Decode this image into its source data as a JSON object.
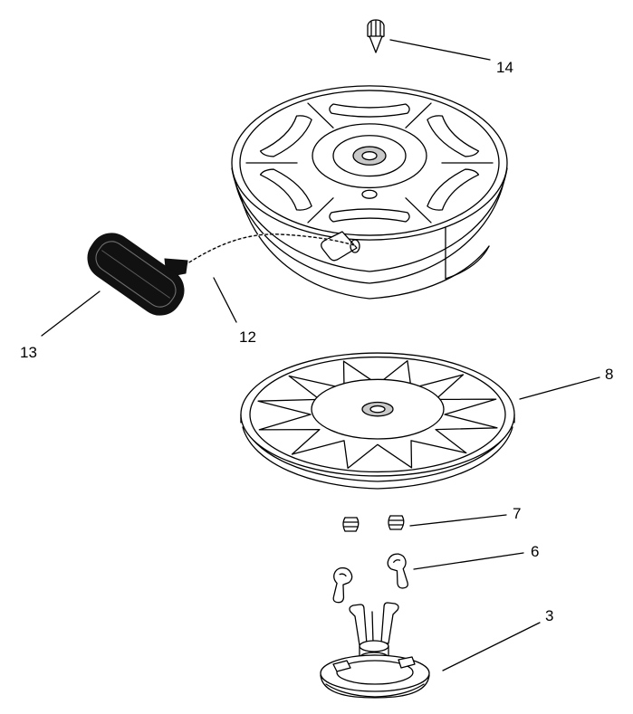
{
  "colors": {
    "bg": "#ffffff",
    "line": "#000000",
    "ink": "#111111",
    "shade": "#c9c9c9"
  },
  "figure": {
    "callouts": [
      {
        "text": "14"
      },
      {
        "text": "13"
      },
      {
        "text": "12"
      },
      {
        "text": "8"
      },
      {
        "text": "7"
      },
      {
        "text": "6"
      },
      {
        "text": "3"
      }
    ]
  }
}
